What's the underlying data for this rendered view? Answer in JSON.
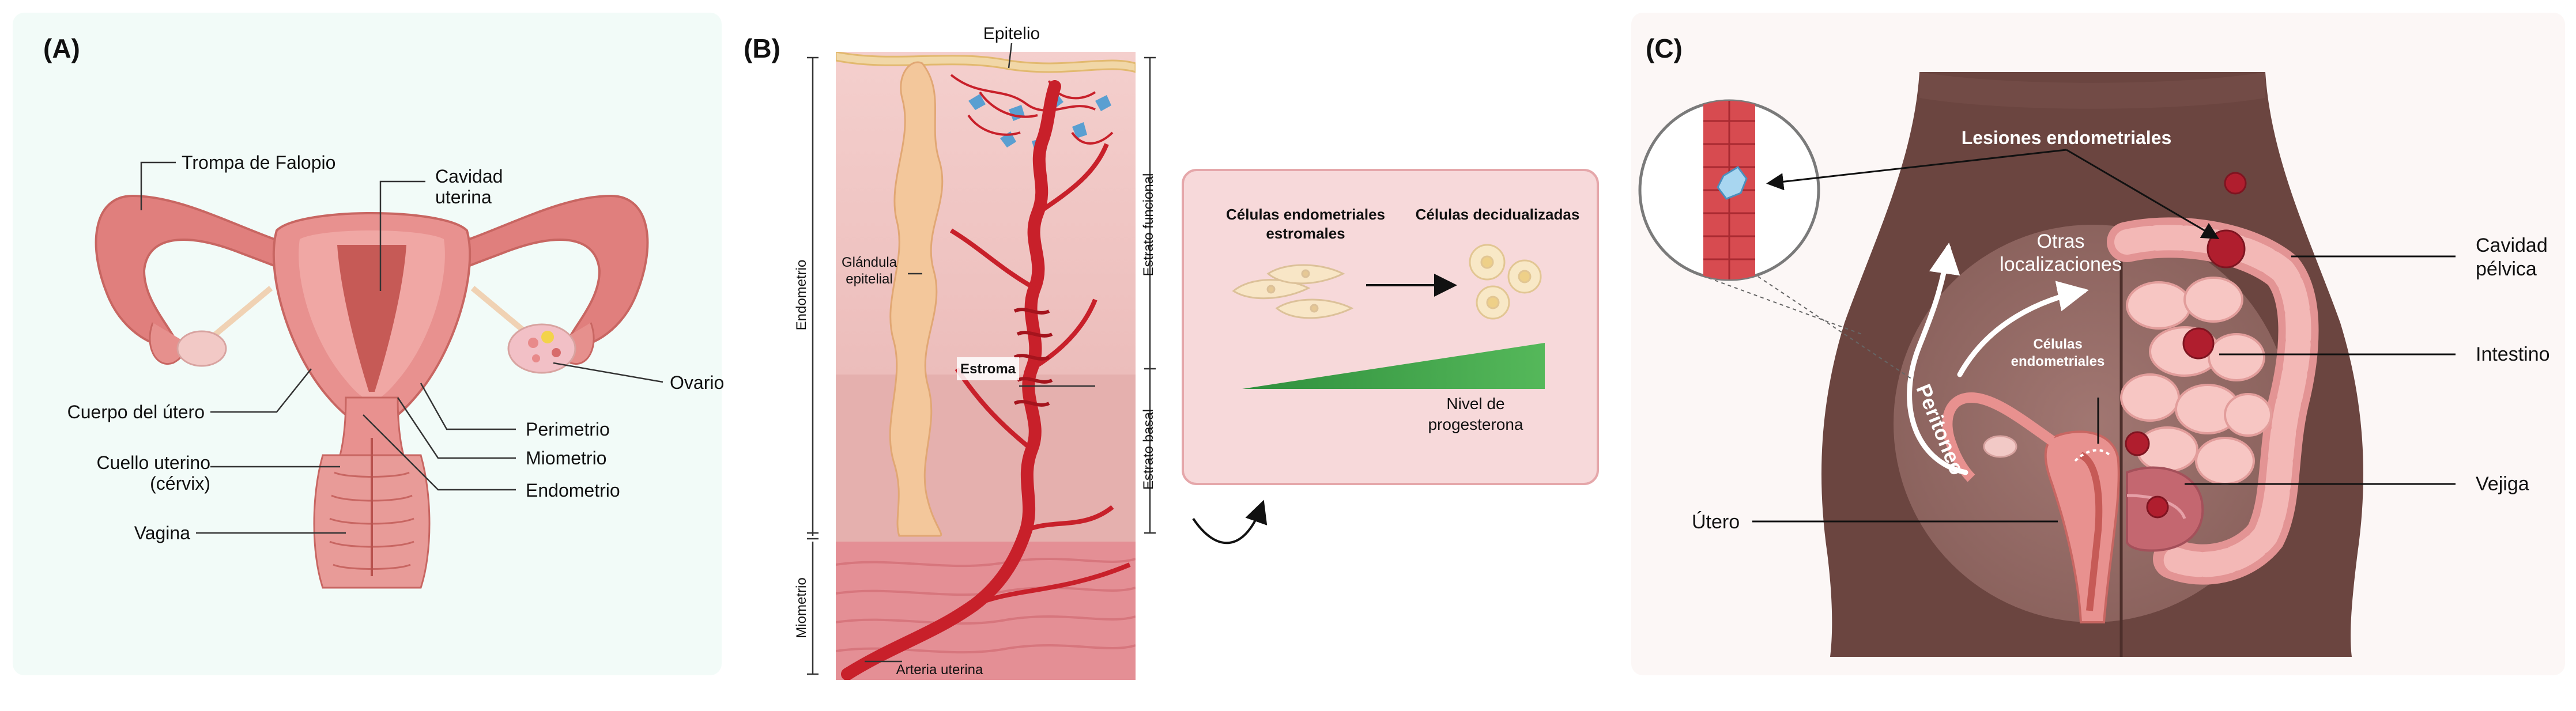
{
  "panelA": {
    "tag": "(A)",
    "labels": {
      "trompa": "Trompa de Falopio",
      "cavidad_1": "Cavidad",
      "cavidad_2": "uterina",
      "ovario": "Ovario",
      "cuerpo": "Cuerpo del útero",
      "perimetrio": "Perimetrio",
      "cuello_1": "Cuello uterino",
      "cuello_2": "(cérvix)",
      "miometrio": "Miometrio",
      "endometrio": "Endometrio",
      "vagina": "Vagina"
    }
  },
  "panelB": {
    "tag": "(B)",
    "labels": {
      "epitelio": "Epitelio",
      "glandula_1": "Glándula",
      "glandula_2": "epitelial",
      "estroma": "Estroma",
      "arteria": "Arteria uterina",
      "endometrio_axis": "Endometrio",
      "miometrio_axis": "Miometrio",
      "estrato_funcional": "Estrato funcional",
      "estrato_basal": "Estrato basal"
    },
    "box": {
      "estromales_1": "Células endometriales",
      "estromales_2": "estromales",
      "decidualizadas": "Células decidualizadas",
      "nivel_1": "Nivel de",
      "nivel_2": "progesterona"
    }
  },
  "panelC": {
    "tag": "(C)",
    "labels": {
      "lesiones": "Lesiones endometriales",
      "otras_1": "Otras",
      "otras_2": "localizaciones",
      "cavidad_1": "Cavidad",
      "cavidad_2": "pélvica",
      "celulas_1": "Células",
      "celulas_2": "endometriales",
      "intestino": "Intestino",
      "peritoneo": "Peritoneo",
      "utero": "Útero",
      "vejiga": "Vejiga"
    }
  },
  "colors": {
    "panelA_bg": "#f2fbf8",
    "panelC_bg": "#fcf7f6",
    "skin": "#6b4540",
    "uterus": "#e8918f",
    "cavity": "#c65a56",
    "artery": "#c8202a",
    "gland": "#f3c79b",
    "progesterone": "#3fa34d",
    "lesion": "#b01e2e"
  }
}
